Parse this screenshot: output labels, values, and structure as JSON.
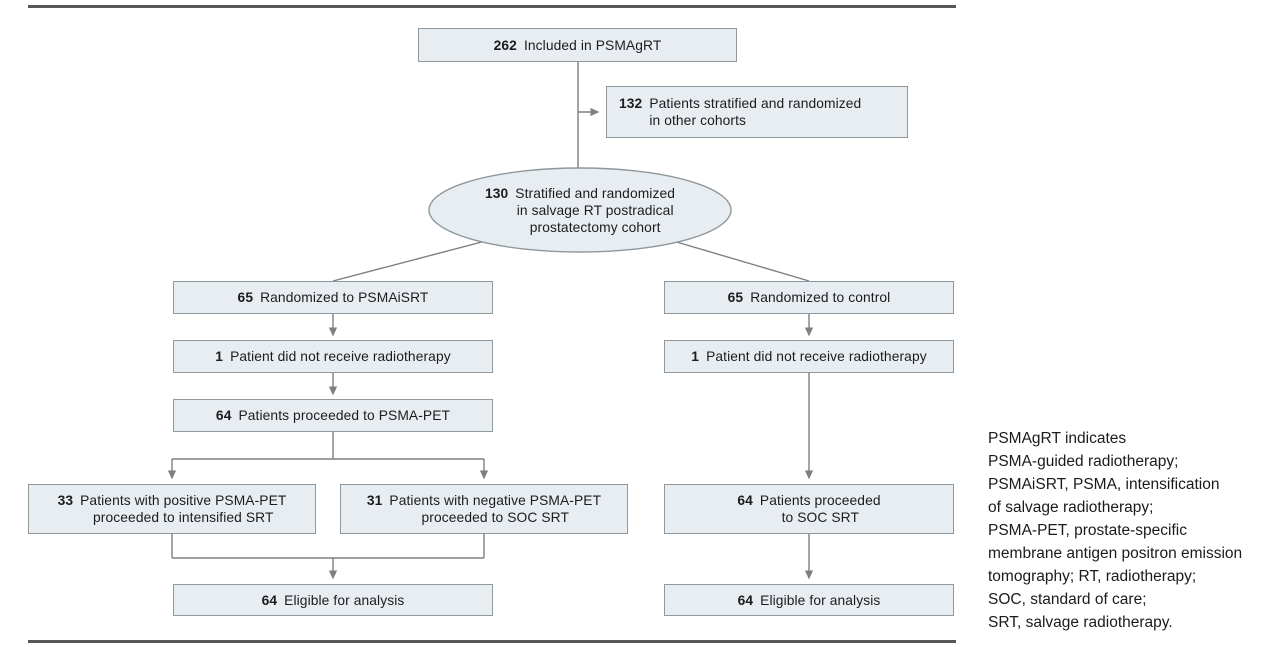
{
  "figure": {
    "type": "consort-flow-diagram",
    "colors": {
      "box_fill": "#e7edf0",
      "box_border": "#8f989d",
      "connector": "#7b8084",
      "rule": "#55575a",
      "text": "#1c1c20"
    },
    "nodes": {
      "included": {
        "num": "262",
        "text": "Included in PSMAgRT"
      },
      "other_cohorts": {
        "num": "132",
        "text": "Patients stratified and randomized\nin other cohorts"
      },
      "stratified": {
        "num": "130",
        "text": "Stratified and randomized\nin salvage RT postradical\nprostatectomy cohort"
      },
      "rand_psmaisrt": {
        "num": "65",
        "text": "Randomized to PSMAiSRT"
      },
      "rand_control": {
        "num": "65",
        "text": "Randomized to control"
      },
      "no_rt_left": {
        "num": "1",
        "text": "Patient did not receive radiotherapy"
      },
      "no_rt_right": {
        "num": "1",
        "text": "Patient did not receive radiotherapy"
      },
      "pet": {
        "num": "64",
        "text": "Patients proceeded to PSMA-PET"
      },
      "pet_positive": {
        "num": "33",
        "text": "Patients with positive PSMA-PET\nproceeded to intensified SRT"
      },
      "pet_negative": {
        "num": "31",
        "text": "Patients with negative PSMA-PET\nproceeded to SOC SRT"
      },
      "soc": {
        "num": "64",
        "text": "Patients proceeded\nto SOC SRT"
      },
      "eligible_left": {
        "num": "64",
        "text": "Eligible for analysis"
      },
      "eligible_right": {
        "num": "64",
        "text": "Eligible for analysis"
      }
    },
    "caption": "PSMAgRT indicates\nPSMA-guided radiotherapy;\nPSMAiSRT, PSMA, intensification\nof salvage radiotherapy;\nPSMA-PET, prostate-specific\nmembrane antigen positron emission\ntomography; RT, radiotherapy;\nSOC, standard of care;\nSRT, salvage radiotherapy."
  }
}
